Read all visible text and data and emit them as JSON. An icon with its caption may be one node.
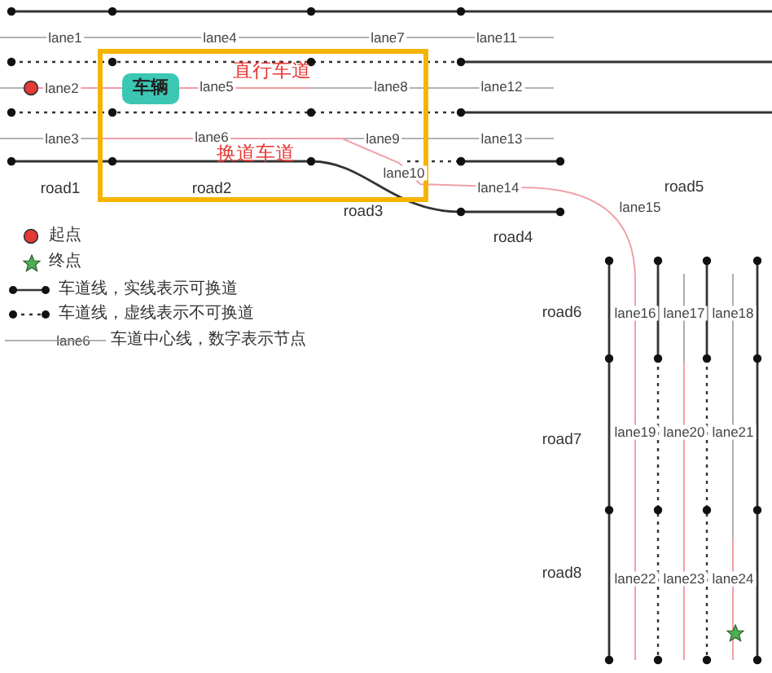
{
  "diagram": {
    "nodes": [
      {
        "text": [
          "直行车道",
          "换道车道"
        ]
      },
      {
        "text": [
          "车辆"
        ],
        "in": 0
      }
    ],
    "labels": [
      "lane1",
      "lane4",
      "lane7",
      "lane11",
      "lane2",
      "lane5",
      "lane8",
      "lane12",
      "lane3",
      "lane6",
      "lane9",
      "lane13",
      "road1",
      "road2",
      "lane10",
      "lane14",
      "road3",
      "road5",
      "lane15",
      "road4",
      "road6",
      "lane16",
      "lane17",
      "lane18",
      "road7",
      "lane19",
      "lane20",
      "lane21",
      "road8",
      "lane22",
      "lane23",
      "lane24",
      "lane6"
    ],
    "legend": [
      {
        "text": "起点",
        "color": "#e53935"
      },
      {
        "text": "终点"
      },
      {
        "text": "车道线，实线表示可换道"
      },
      {
        "text": "车道线，虚线表示不可换道"
      },
      {
        "text": "车道中心线，数字表示节点"
      }
    ]
  }
}
